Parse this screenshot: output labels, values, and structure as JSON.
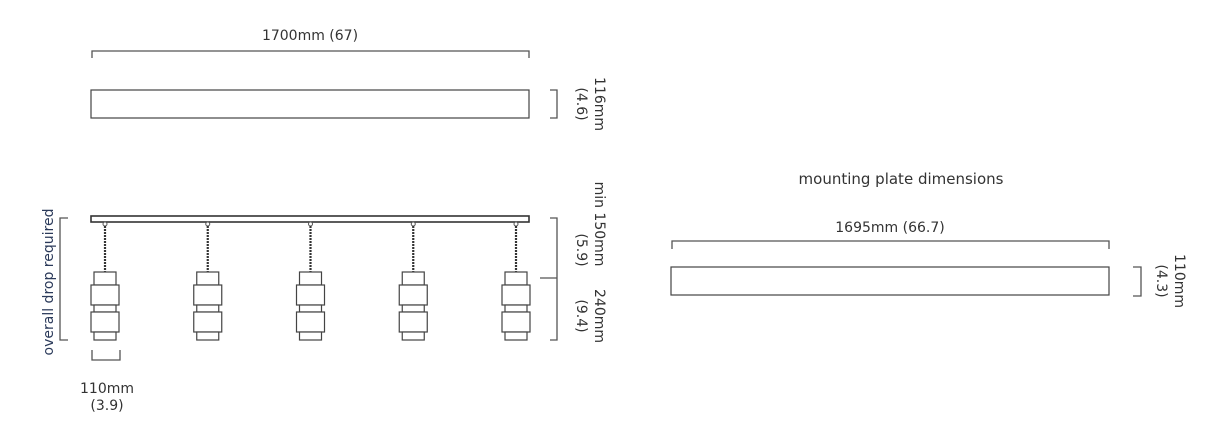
{
  "top_view": {
    "width_label": "1700mm (67)",
    "depth_mm": "116mm",
    "depth_in": "(4.6)"
  },
  "front_view": {
    "overall_drop_label": "overall drop required",
    "pendant_count": 5,
    "pendant_width_mm": "110mm",
    "pendant_width_in": "(3.9)",
    "min_drop_mm": "min 150mm",
    "min_drop_in": "(5.9)",
    "pendant_height_mm": "240mm",
    "pendant_height_in": "(9.4)"
  },
  "mounting_plate": {
    "title": "mounting plate dimensions",
    "width_label": "1695mm (66.7)",
    "depth_mm": "110mm",
    "depth_in": "(4.3)"
  }
}
